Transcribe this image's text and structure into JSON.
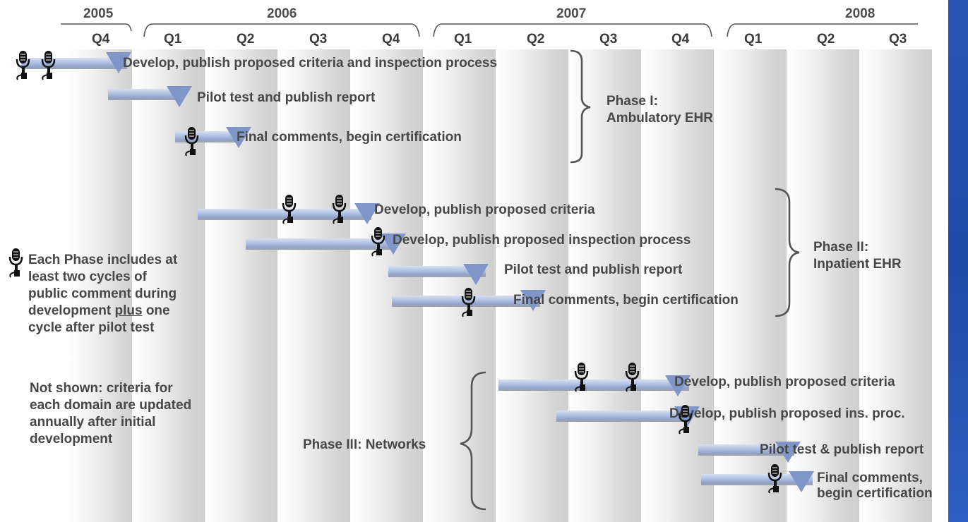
{
  "timeline": {
    "years": [
      "2005",
      "2006",
      "2007",
      "2008"
    ],
    "quarters": [
      "Q4",
      "Q1",
      "Q2",
      "Q3",
      "Q4",
      "Q1",
      "Q2",
      "Q3",
      "Q4",
      "Q1",
      "Q2",
      "Q3"
    ]
  },
  "phases": [
    {
      "label": "Phase I:\nAmbulatory EHR",
      "tasks": [
        {
          "label": "Develop, publish proposed criteria and inspection process"
        },
        {
          "label": "Pilot test and publish report"
        },
        {
          "label": "Final comments, begin certification"
        }
      ]
    },
    {
      "label": "Phase II:\nInpatient EHR",
      "tasks": [
        {
          "label": "Develop, publish proposed criteria"
        },
        {
          "label": "Develop, publish proposed inspection process"
        },
        {
          "label": "Pilot test and publish report"
        },
        {
          "label": "Final comments, begin certification"
        }
      ]
    },
    {
      "label": "Phase III: Networks",
      "tasks": [
        {
          "label": "Develop, publish proposed criteria"
        },
        {
          "label": "Develop, publish proposed ins. proc."
        },
        {
          "label": "Pilot test & publish report"
        },
        {
          "label": "Final comments,\nbegin certification"
        }
      ]
    }
  ],
  "notes": {
    "comment_cycle_prefix": "Each Phase includes at\nleast two cycles of\npublic comment during\ndevelopment ",
    "comment_cycle_emphasis": "plus",
    "comment_cycle_suffix": " one\ncycle after pilot test",
    "not_shown": "Not shown: criteria for\neach domain are updated\nannually after initial\ndevelopment"
  },
  "icons": {
    "public_comment": "microphone-icon",
    "milestone": "triangle-milestone-icon"
  },
  "colors": {
    "bar": "#aebfe2",
    "milestone": "#8196c8",
    "text": "#474747",
    "accent_band": "#1f4aa8"
  }
}
